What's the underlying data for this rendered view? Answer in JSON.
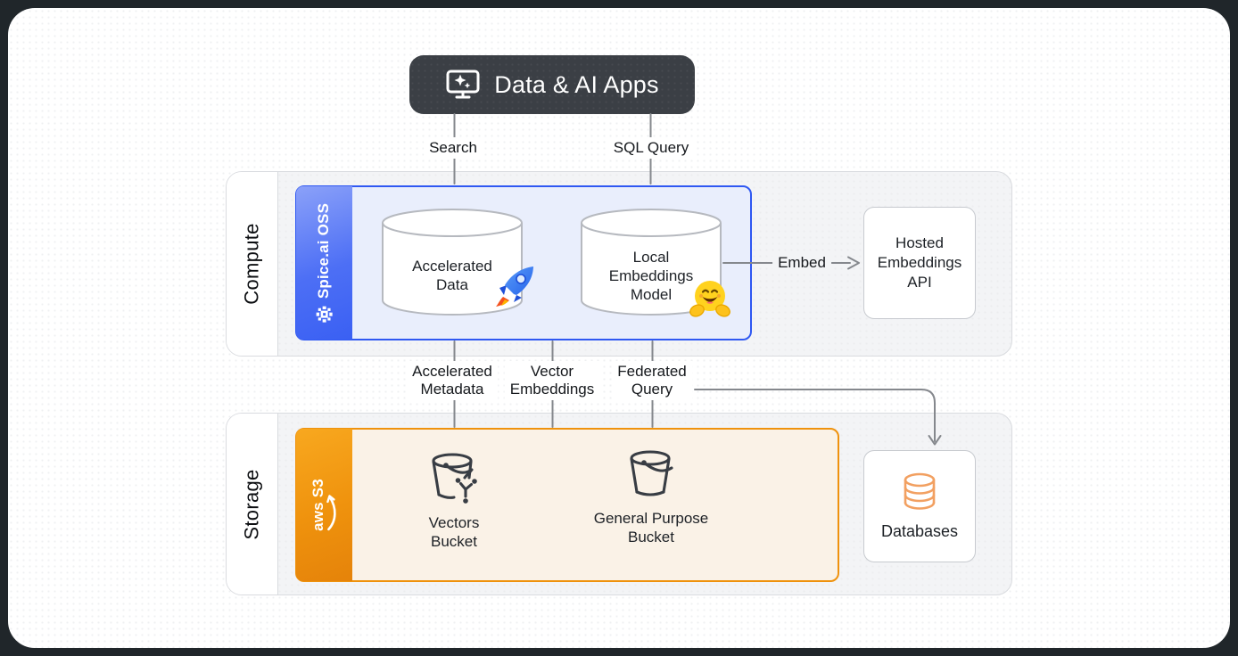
{
  "colors": {
    "accent_blue": "#2F58F2",
    "accent_orange": "#EF920D",
    "header_dark": "#3B3F45",
    "connector_gray": "#85888D",
    "spice_fill": "#E9EEFC",
    "s3_fill": "#FAF2E7"
  },
  "header": {
    "title": "Data & AI Apps",
    "icon": "monitor-sparkle-icon"
  },
  "edges": {
    "search": {
      "label": "Search"
    },
    "sql_query": {
      "label": "SQL Query"
    },
    "embed": {
      "label": "Embed"
    },
    "accelerated_metadata": {
      "label": "Accelerated\nMetadata"
    },
    "vector_embeddings": {
      "label": "Vector\nEmbeddings"
    },
    "federated_query": {
      "label": "Federated\nQuery"
    }
  },
  "compute_section": {
    "label": "Compute",
    "spice_group": {
      "label": "Spice.ai OSS",
      "icon": "spice-logo-icon",
      "nodes": {
        "accelerated_data": {
          "label": "Accelerated\nData",
          "icon": "rocket-icon"
        },
        "local_embeddings_model": {
          "label": "Local\nEmbeddings\nModel",
          "icon": "hugging-face-icon"
        }
      }
    },
    "hosted_embeddings_api": {
      "label": "Hosted\nEmbeddings\nAPI"
    }
  },
  "storage_section": {
    "label": "Storage",
    "s3_group": {
      "label": "aws S3",
      "icon": "aws-smile-icon",
      "nodes": {
        "vectors_bucket": {
          "label": "Vectors\nBucket",
          "icon": "vectors-bucket-icon"
        },
        "general_purpose_bucket": {
          "label": "General Purpose\nBucket",
          "icon": "bucket-icon"
        }
      }
    },
    "databases": {
      "label": "Databases",
      "icon": "database-icon"
    }
  }
}
